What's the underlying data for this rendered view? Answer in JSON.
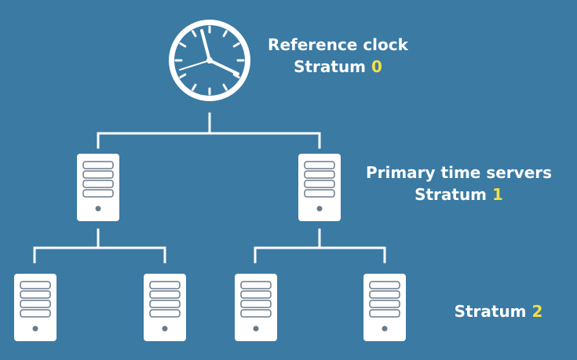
{
  "colors": {
    "background": "#3a7aa3",
    "foreground": "#ffffff",
    "accent_number": "#f3df4a",
    "slot_line": "#6a7a8a"
  },
  "reference": {
    "icon": "clock-icon",
    "title": "Reference clock",
    "stratum_word": "Stratum",
    "stratum_number": "0"
  },
  "primary": {
    "icon": "server-icon",
    "title": "Primary time servers",
    "stratum_word": "Stratum",
    "stratum_number": "1"
  },
  "secondary": {
    "icon": "server-icon",
    "stratum_word": "Stratum",
    "stratum_number": "2"
  }
}
